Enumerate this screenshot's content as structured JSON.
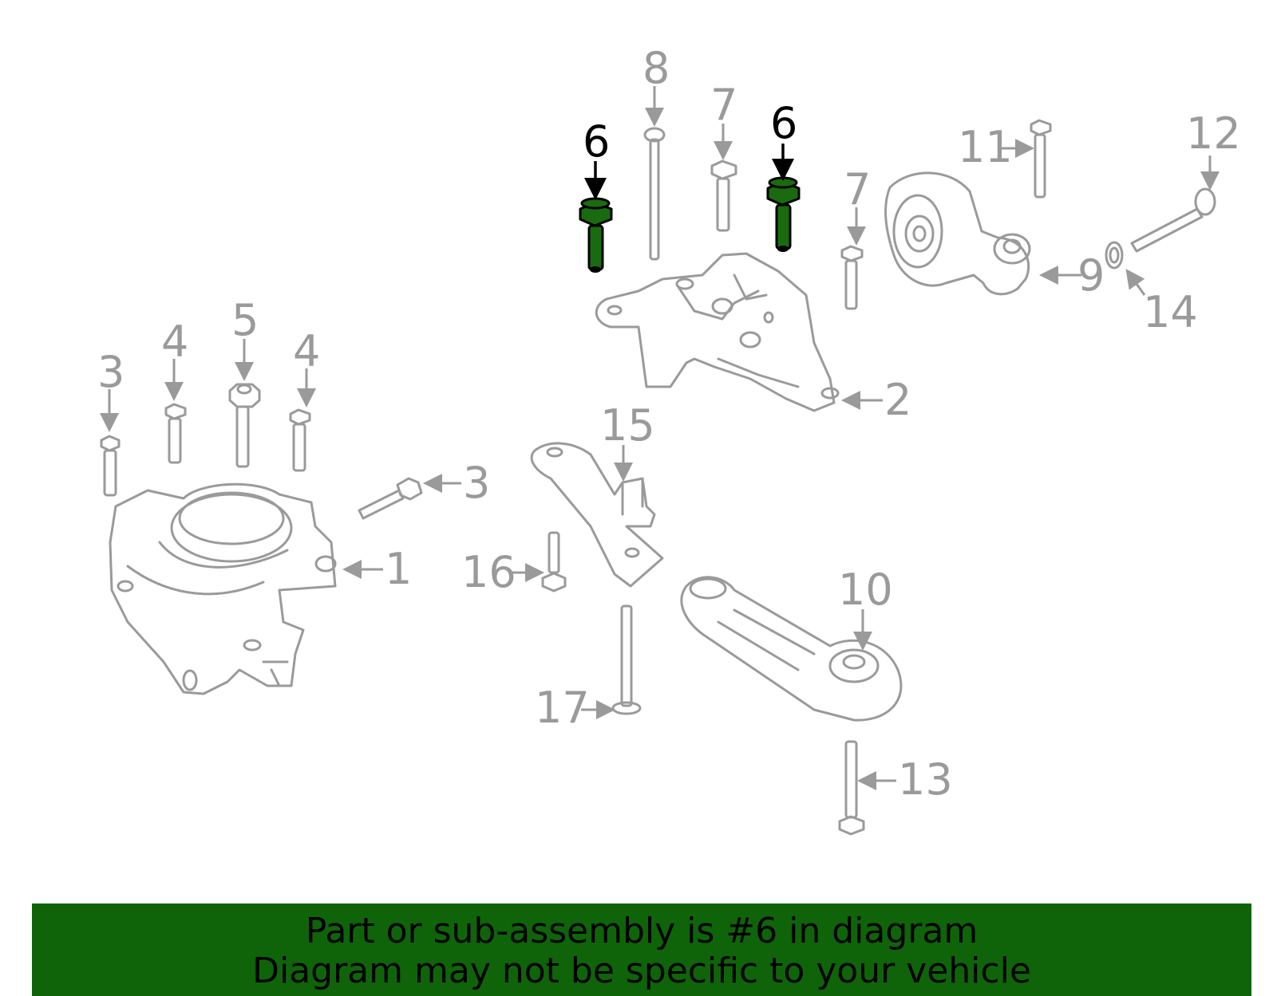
{
  "labels": {
    "p1": "1",
    "p2": "2",
    "p3a": "3",
    "p3b": "3",
    "p4a": "4",
    "p4b": "4",
    "p5": "5",
    "p6a": "6",
    "p6b": "6",
    "p7a": "7",
    "p7b": "7",
    "p8": "8",
    "p9": "9",
    "p10": "10",
    "p11": "11",
    "p12": "12",
    "p13": "13",
    "p14": "14",
    "p15": "15",
    "p16": "16",
    "p17": "17"
  },
  "highlight_part": "6",
  "colors": {
    "highlight": "#1a6b0f",
    "banner": "#0f640a",
    "outline": "#9a9a9a"
  },
  "banner": {
    "line1": "Part or sub-assembly is #6 in diagram",
    "line2": "Diagram may not be specific to your vehicle"
  }
}
